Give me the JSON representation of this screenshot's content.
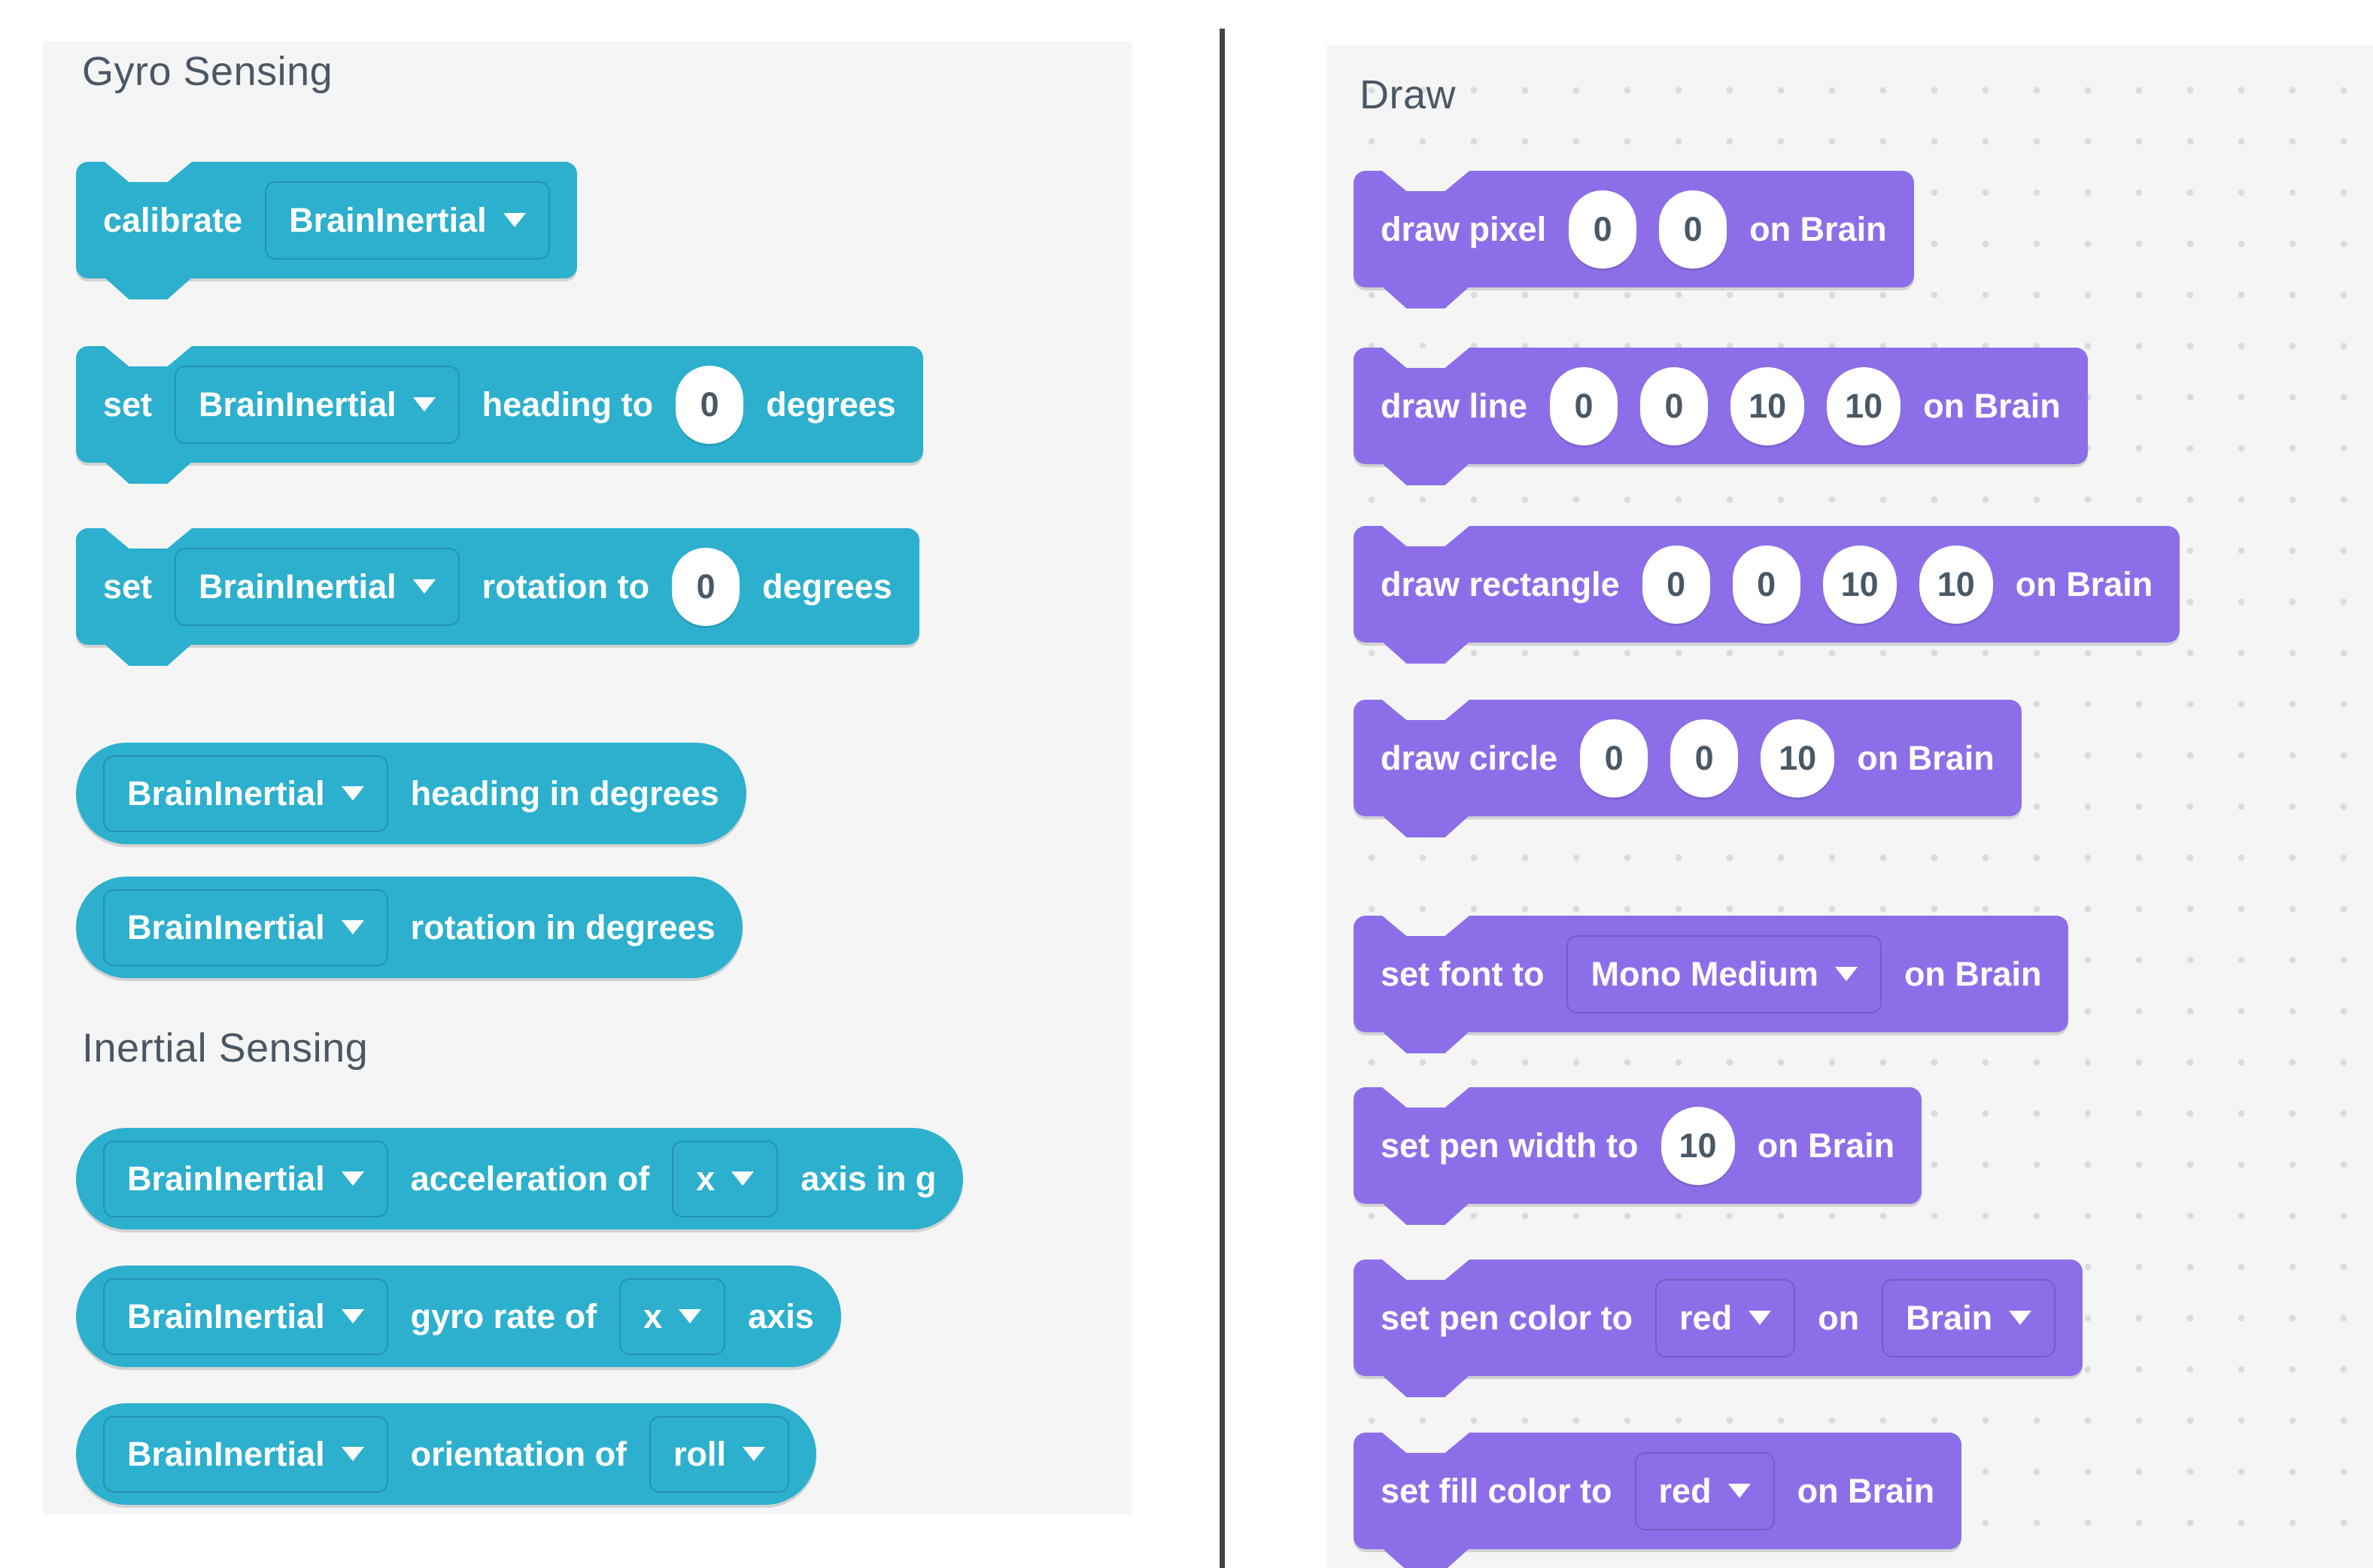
{
  "colors": {
    "teal": "#2CB0CE",
    "purple": "#8C6FE8",
    "panel_bg": "#F5F5F6",
    "header_text": "#4B5765",
    "divider": "#3E4347",
    "value_text": "#4A5866",
    "dot": "#DBDBDE"
  },
  "left_panel": {
    "sections": [
      {
        "title": "Gyro Sensing",
        "blocks": [
          {
            "name": "calibrate",
            "shape": "stack",
            "color": "teal",
            "parts": [
              {
                "type": "label",
                "text": "calibrate"
              },
              {
                "type": "dropdown",
                "name": "device-dropdown",
                "text": "BrainInertial"
              }
            ]
          },
          {
            "name": "set-heading",
            "shape": "stack",
            "color": "teal",
            "parts": [
              {
                "type": "label",
                "text": "set"
              },
              {
                "type": "dropdown",
                "name": "device-dropdown",
                "text": "BrainInertial"
              },
              {
                "type": "label",
                "text": "heading to"
              },
              {
                "type": "value",
                "name": "heading-value-input",
                "text": "0"
              },
              {
                "type": "label",
                "text": "degrees"
              }
            ]
          },
          {
            "name": "set-rotation",
            "shape": "stack",
            "color": "teal",
            "parts": [
              {
                "type": "label",
                "text": "set"
              },
              {
                "type": "dropdown",
                "name": "device-dropdown",
                "text": "BrainInertial"
              },
              {
                "type": "label",
                "text": "rotation to"
              },
              {
                "type": "value",
                "name": "rotation-value-input",
                "text": "0"
              },
              {
                "type": "label",
                "text": "degrees"
              }
            ]
          },
          {
            "name": "heading-in-degrees",
            "shape": "reporter",
            "color": "teal",
            "parts": [
              {
                "type": "dropdown",
                "name": "device-dropdown",
                "text": "BrainInertial"
              },
              {
                "type": "label",
                "text": "heading in degrees"
              }
            ]
          },
          {
            "name": "rotation-in-degrees",
            "shape": "reporter",
            "color": "teal",
            "parts": [
              {
                "type": "dropdown",
                "name": "device-dropdown",
                "text": "BrainInertial"
              },
              {
                "type": "label",
                "text": "rotation in degrees"
              }
            ]
          }
        ]
      },
      {
        "title": "Inertial Sensing",
        "blocks": [
          {
            "name": "acceleration-of-axis",
            "shape": "reporter",
            "color": "teal",
            "parts": [
              {
                "type": "dropdown",
                "name": "device-dropdown",
                "text": "BrainInertial"
              },
              {
                "type": "label",
                "text": "acceleration of"
              },
              {
                "type": "dropdown",
                "name": "axis-dropdown",
                "text": "x"
              },
              {
                "type": "label",
                "text": "axis in g"
              }
            ]
          },
          {
            "name": "gyro-rate-of-axis",
            "shape": "reporter",
            "color": "teal",
            "parts": [
              {
                "type": "dropdown",
                "name": "device-dropdown",
                "text": "BrainInertial"
              },
              {
                "type": "label",
                "text": "gyro rate of"
              },
              {
                "type": "dropdown",
                "name": "axis-dropdown",
                "text": "x"
              },
              {
                "type": "label",
                "text": "axis"
              }
            ]
          },
          {
            "name": "orientation-of",
            "shape": "reporter",
            "color": "teal",
            "parts": [
              {
                "type": "dropdown",
                "name": "device-dropdown",
                "text": "BrainInertial"
              },
              {
                "type": "label",
                "text": "orientation of"
              },
              {
                "type": "dropdown",
                "name": "orientation-dropdown",
                "text": "roll"
              }
            ]
          }
        ]
      }
    ]
  },
  "right_panel": {
    "sections": [
      {
        "title": "Draw",
        "blocks": [
          {
            "name": "draw-pixel",
            "shape": "stack",
            "color": "purple",
            "parts": [
              {
                "type": "label",
                "text": "draw pixel"
              },
              {
                "type": "value",
                "name": "x-input",
                "text": "0"
              },
              {
                "type": "value",
                "name": "y-input",
                "text": "0"
              },
              {
                "type": "label",
                "text": "on Brain"
              }
            ]
          },
          {
            "name": "draw-line",
            "shape": "stack",
            "color": "purple",
            "parts": [
              {
                "type": "label",
                "text": "draw line"
              },
              {
                "type": "value",
                "name": "x1-input",
                "text": "0"
              },
              {
                "type": "value",
                "name": "y1-input",
                "text": "0"
              },
              {
                "type": "value",
                "name": "x2-input",
                "text": "10"
              },
              {
                "type": "value",
                "name": "y2-input",
                "text": "10"
              },
              {
                "type": "label",
                "text": "on Brain"
              }
            ]
          },
          {
            "name": "draw-rectangle",
            "shape": "stack",
            "color": "purple",
            "parts": [
              {
                "type": "label",
                "text": "draw rectangle"
              },
              {
                "type": "value",
                "name": "x-input",
                "text": "0"
              },
              {
                "type": "value",
                "name": "y-input",
                "text": "0"
              },
              {
                "type": "value",
                "name": "width-input",
                "text": "10"
              },
              {
                "type": "value",
                "name": "height-input",
                "text": "10"
              },
              {
                "type": "label",
                "text": "on Brain"
              }
            ]
          },
          {
            "name": "draw-circle",
            "shape": "stack",
            "color": "purple",
            "parts": [
              {
                "type": "label",
                "text": "draw circle"
              },
              {
                "type": "value",
                "name": "x-input",
                "text": "0"
              },
              {
                "type": "value",
                "name": "y-input",
                "text": "0"
              },
              {
                "type": "value",
                "name": "radius-input",
                "text": "10"
              },
              {
                "type": "label",
                "text": "on Brain"
              }
            ]
          },
          {
            "name": "set-font",
            "shape": "stack",
            "color": "purple",
            "parts": [
              {
                "type": "label",
                "text": "set font to"
              },
              {
                "type": "dropdown",
                "name": "font-dropdown",
                "text": "Mono Medium"
              },
              {
                "type": "label",
                "text": "on Brain"
              }
            ]
          },
          {
            "name": "set-pen-width",
            "shape": "stack",
            "color": "purple",
            "parts": [
              {
                "type": "label",
                "text": "set pen width to"
              },
              {
                "type": "value",
                "name": "pen-width-input",
                "text": "10"
              },
              {
                "type": "label",
                "text": "on Brain"
              }
            ]
          },
          {
            "name": "set-pen-color",
            "shape": "stack",
            "color": "purple",
            "parts": [
              {
                "type": "label",
                "text": "set pen color to"
              },
              {
                "type": "dropdown",
                "name": "pen-color-dropdown",
                "text": "red"
              },
              {
                "type": "label",
                "text": "on"
              },
              {
                "type": "dropdown",
                "name": "screen-dropdown",
                "text": "Brain"
              }
            ]
          },
          {
            "name": "set-fill-color",
            "shape": "stack",
            "color": "purple",
            "parts": [
              {
                "type": "label",
                "text": "set fill color to"
              },
              {
                "type": "dropdown",
                "name": "fill-color-dropdown",
                "text": "red"
              },
              {
                "type": "label",
                "text": "on Brain"
              }
            ]
          }
        ]
      }
    ]
  }
}
